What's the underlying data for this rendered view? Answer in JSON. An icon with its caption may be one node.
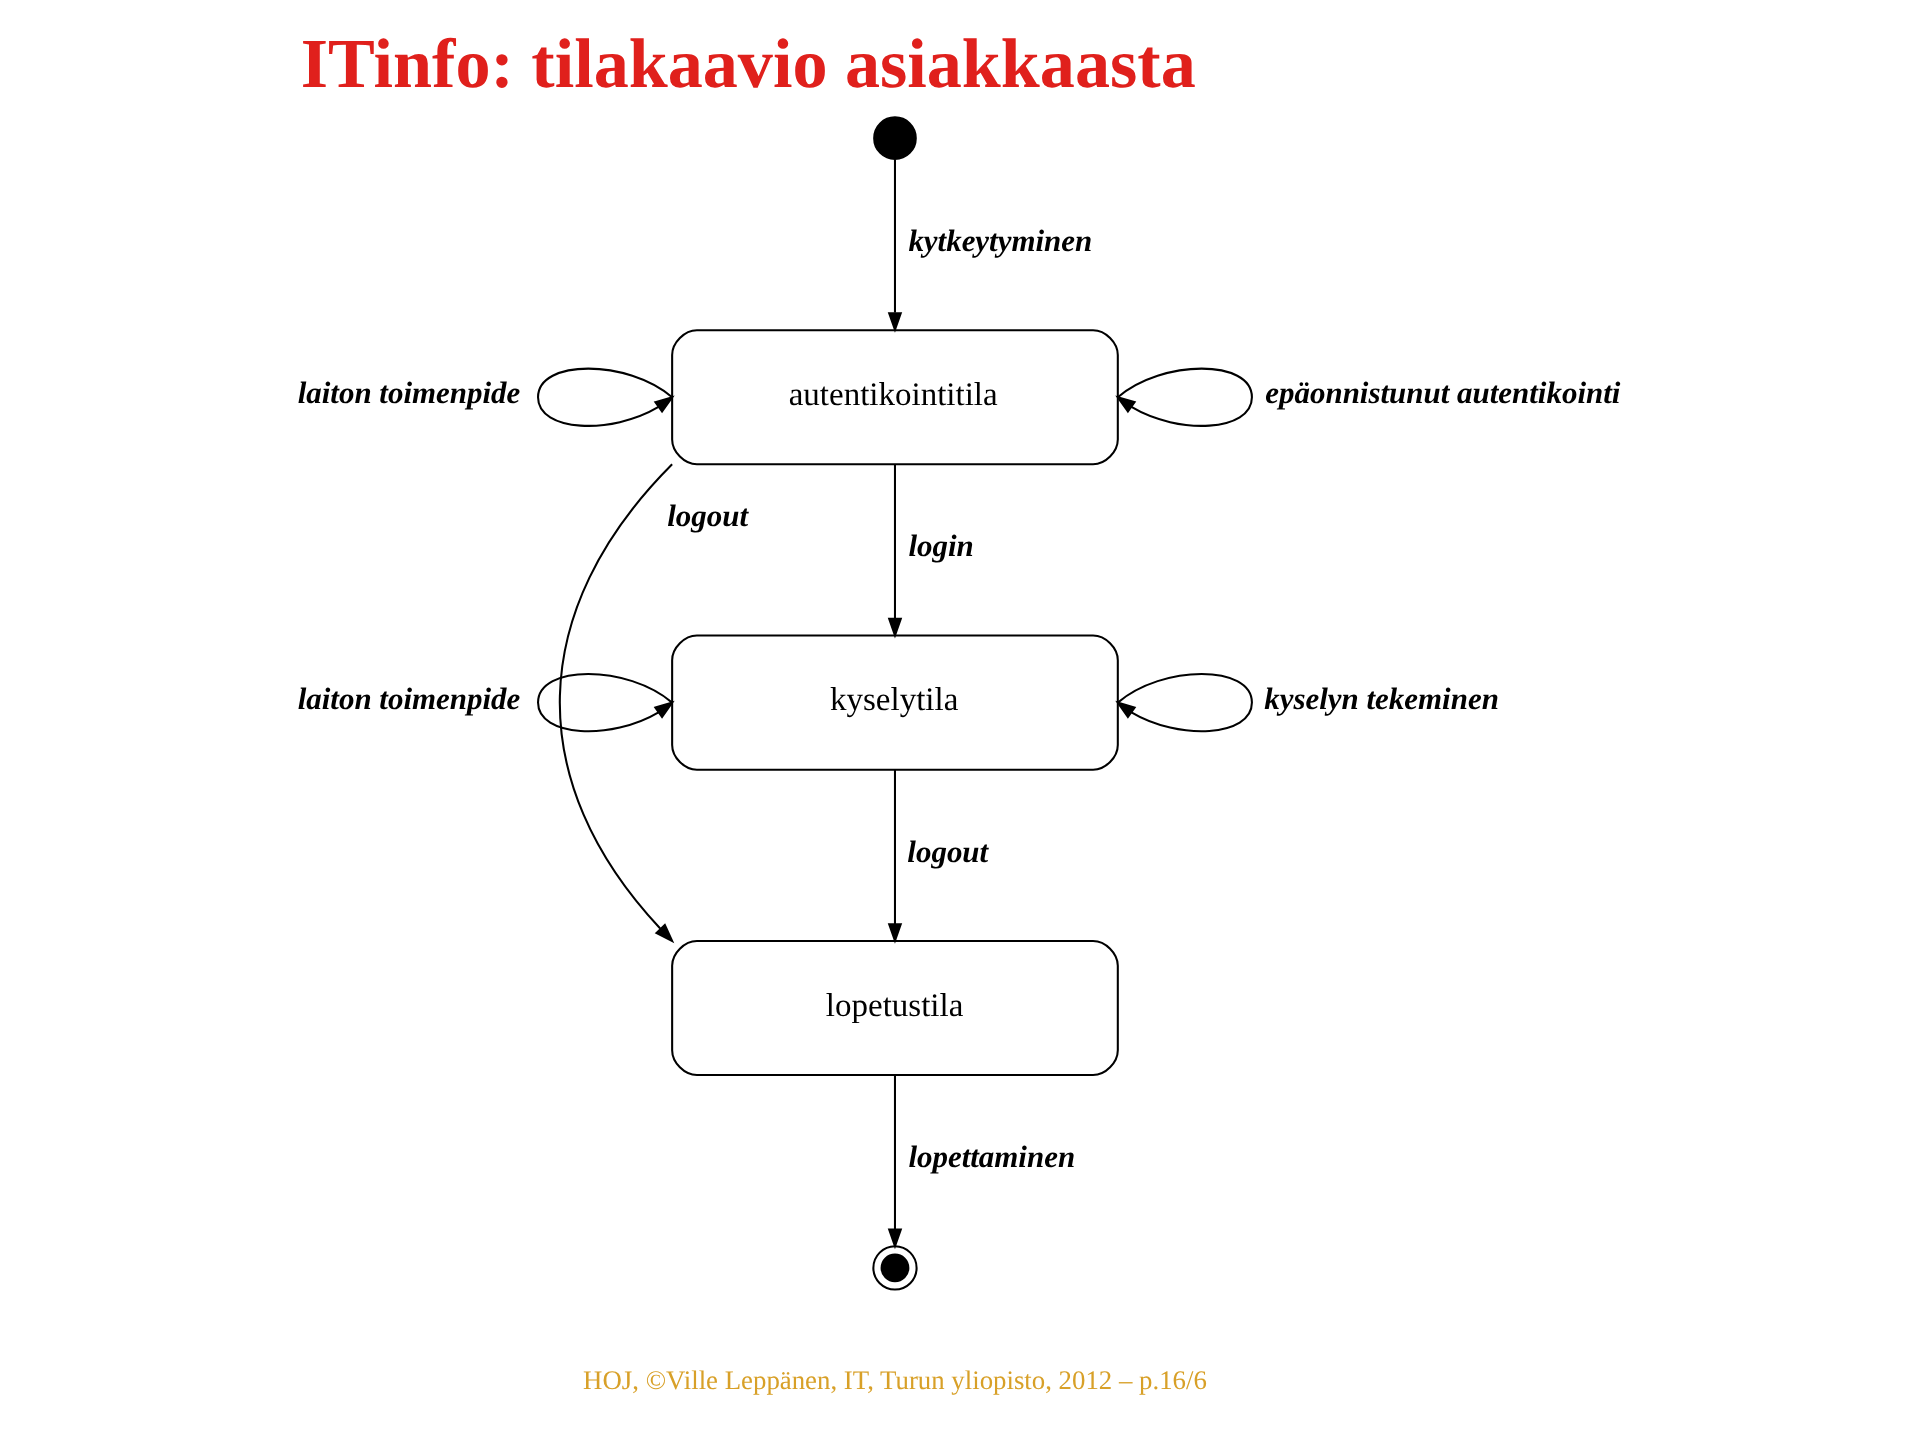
{
  "diagram": {
    "title": "ITinfo: tilakaavio asiakkaasta",
    "nodes": [
      {
        "text": [],
        "shape": "circle"
      },
      {
        "text": [
          "autentikointitila"
        ]
      },
      {
        "text": [
          "kyselytila"
        ]
      },
      {
        "text": [
          "lopetustila"
        ]
      },
      {
        "text": [],
        "shape": "bullseye"
      }
    ],
    "edges": [
      {
        "from": 0,
        "to": 1,
        "arrow": "to",
        "label": "kytkeytyminen"
      },
      {
        "from": 1,
        "to": 1,
        "arrow": "to",
        "label": "laiton toimenpide"
      },
      {
        "from": 1,
        "to": 1,
        "arrow": "to",
        "label": "epäonnistunut autentikointi"
      },
      {
        "from": 1,
        "to": 2,
        "arrow": "to",
        "label": "login"
      },
      {
        "from": 1,
        "to": 3,
        "arrow": "to",
        "label": "logout"
      },
      {
        "from": 2,
        "to": 2,
        "arrow": "to",
        "label": "laiton toimenpide"
      },
      {
        "from": 2,
        "to": 2,
        "arrow": "to",
        "label": "kyselyn tekeminen"
      },
      {
        "from": 2,
        "to": 3,
        "arrow": "to",
        "label": "logout"
      },
      {
        "from": 3,
        "to": 4,
        "arrow": "to",
        "label": "lopettaminen"
      }
    ],
    "labels": [
      "HOJ, ©Ville Leppänen, IT, Turun yliopisto, 2012 – p.16/6"
    ]
  }
}
